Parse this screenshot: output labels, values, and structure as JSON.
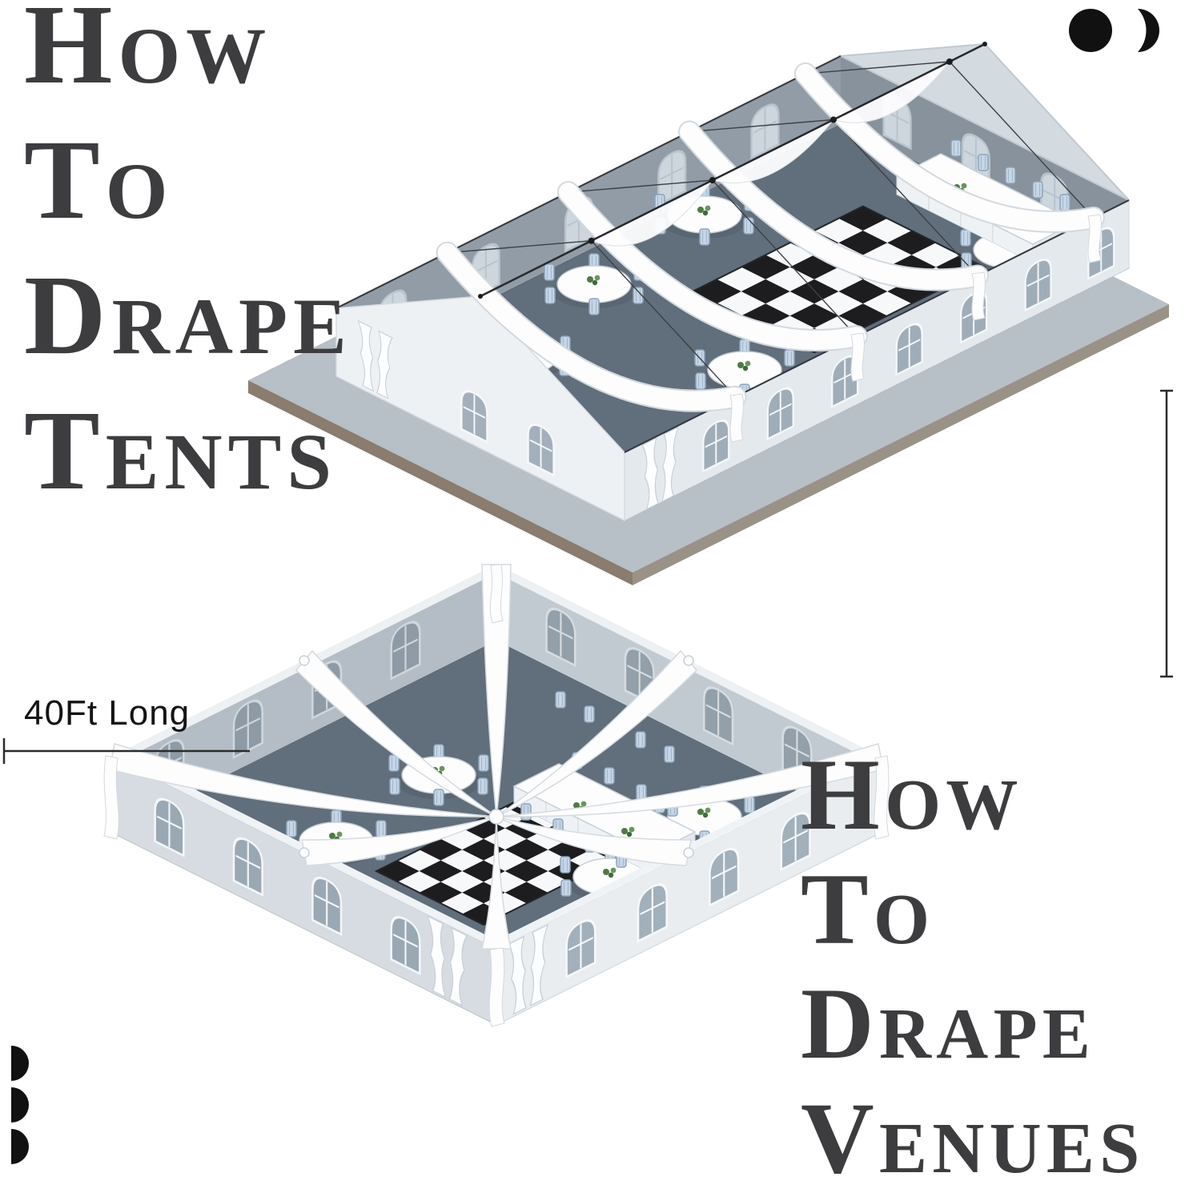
{
  "titles": {
    "top": {
      "lines": [
        "How",
        "to",
        "Drape",
        "Tents"
      ]
    },
    "bottom": {
      "lines": [
        "How",
        "to",
        "Drape",
        "Venues"
      ]
    }
  },
  "dimension": {
    "length_label": "40Ft Long"
  },
  "icons": {
    "top_right": "brand-mark-circle-and-crescent",
    "bottom_left": "brand-mark-three-half-discs"
  },
  "colors": {
    "title_text": "#3d3d40",
    "floor": "#616e7b",
    "base_plate": "#b7bfc7",
    "exterior_wall": "#e9edf0",
    "interior_wall": "#919ca6",
    "drape_fabric": "#fdfdfe",
    "checker_dark": "#1d1d1f",
    "checker_light": "#f7f8f9",
    "chair_blue": "#c7d7e8",
    "greenery": "#4f7a45"
  }
}
